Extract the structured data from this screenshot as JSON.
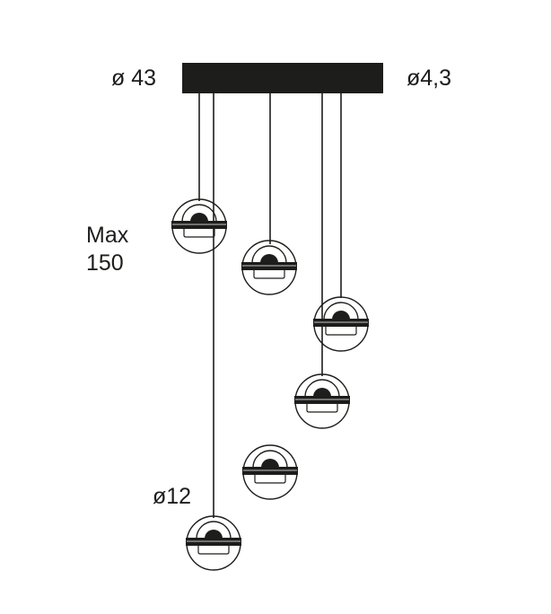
{
  "labels": {
    "canopy_diameter": "ø 43",
    "cable_diameter": "ø4,3",
    "max_length_line1": "Max",
    "max_length_line2": "150",
    "globe_diameter": "ø12"
  },
  "colors": {
    "ink": "#1d1d1b",
    "background": "#ffffff"
  },
  "pendant_count": 6
}
